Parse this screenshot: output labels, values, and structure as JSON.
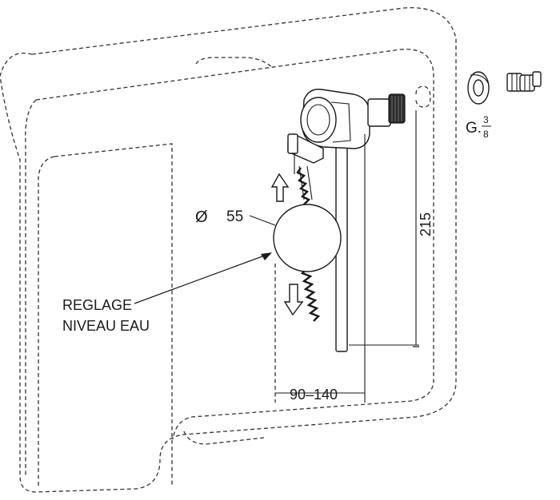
{
  "labels": {
    "diameter_symbol": "Ø",
    "diameter_value": "55",
    "adjust_line1": "REGLAGE",
    "adjust_line2": "NIVEAU EAU",
    "height_dim": "215",
    "width_dim": "90–140",
    "thread_prefix": "G.",
    "thread_num": "3",
    "thread_den": "8"
  },
  "icons": {
    "up": "arrow-up-icon",
    "down": "arrow-down-icon"
  },
  "colors": {
    "line": "#1a1a1a",
    "background": "#ffffff"
  }
}
